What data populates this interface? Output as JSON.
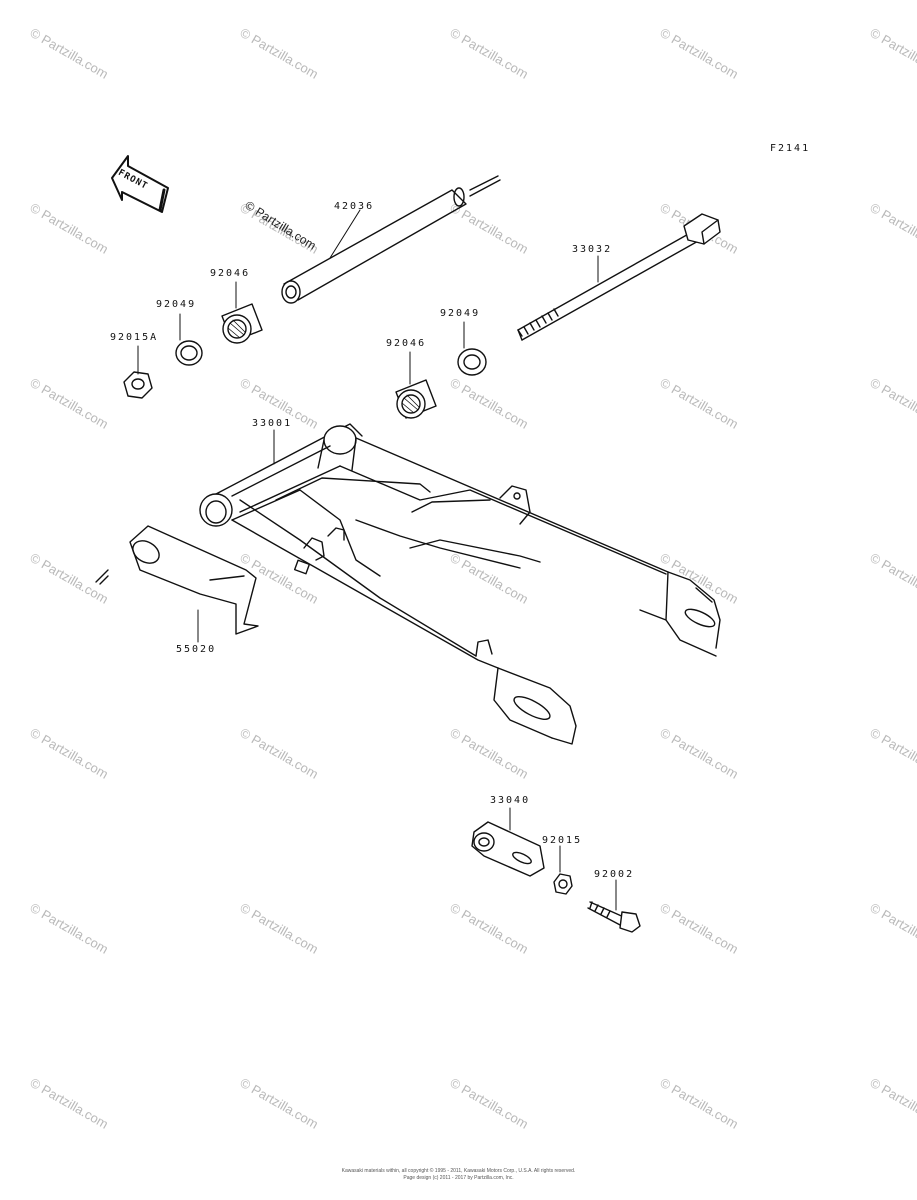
{
  "figure_code": "F2141",
  "front_arrow_text": "FRONT",
  "partzilla_stamp": "© Partzilla.com",
  "watermark_text": "© Partzilla.com",
  "copyright_lines": [
    "Kawasaki materials within, all copyright © 1995 - 2011, Kawasaki Motors Corp., U.S.A. All rights reserved.",
    "Page design (c) 2011 - 2017 by Partzilla.com, Inc."
  ],
  "parts": [
    {
      "number": "42036",
      "name": "pivot-tube"
    },
    {
      "number": "33032",
      "name": "pivot-shaft"
    },
    {
      "number": "92046",
      "name": "needle-bearing-left"
    },
    {
      "number": "92049",
      "name": "seal-left"
    },
    {
      "number": "92015A",
      "name": "nut-left"
    },
    {
      "number": "92049",
      "name": "seal-right"
    },
    {
      "number": "92046",
      "name": "needle-bearing-right"
    },
    {
      "number": "33001",
      "name": "swingarm"
    },
    {
      "number": "55020",
      "name": "chain-guard"
    },
    {
      "number": "33040",
      "name": "chain-adjuster"
    },
    {
      "number": "92015",
      "name": "nut"
    },
    {
      "number": "92002",
      "name": "bolt"
    }
  ]
}
